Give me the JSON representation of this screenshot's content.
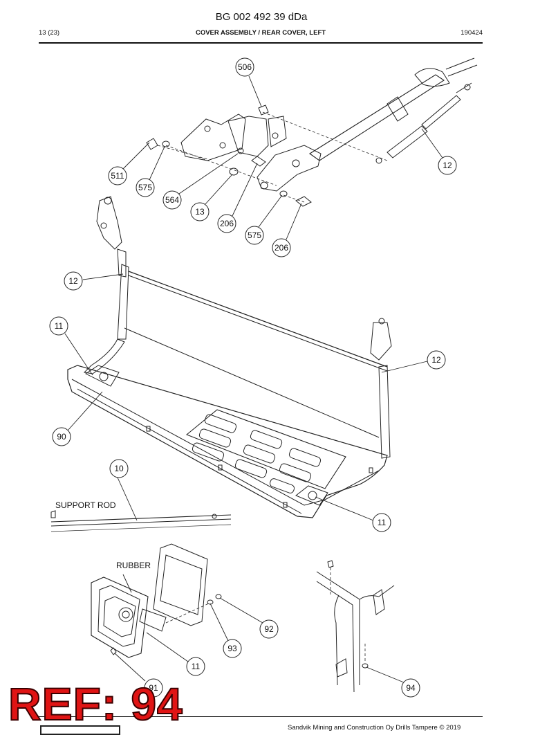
{
  "header": {
    "doc_number": "BG 002 492 39 dDa",
    "page": "13 (23)",
    "section": "COVER ASSEMBLY / REAR COVER, LEFT",
    "date": "190424"
  },
  "labels": {
    "support_rod": "SUPPORT ROD",
    "rubber": "RUBBER"
  },
  "callouts": [
    "506",
    "511",
    "575",
    "564",
    "13",
    "206",
    "575",
    "206",
    "12",
    "12",
    "11",
    "12",
    "90",
    "10",
    "11",
    "92",
    "93",
    "11",
    "91",
    "94"
  ],
  "footer": {
    "copyright": "Sandvik Mining and Construction Oy Drills Tampere © 2019"
  },
  "watermark": "REF: 94"
}
